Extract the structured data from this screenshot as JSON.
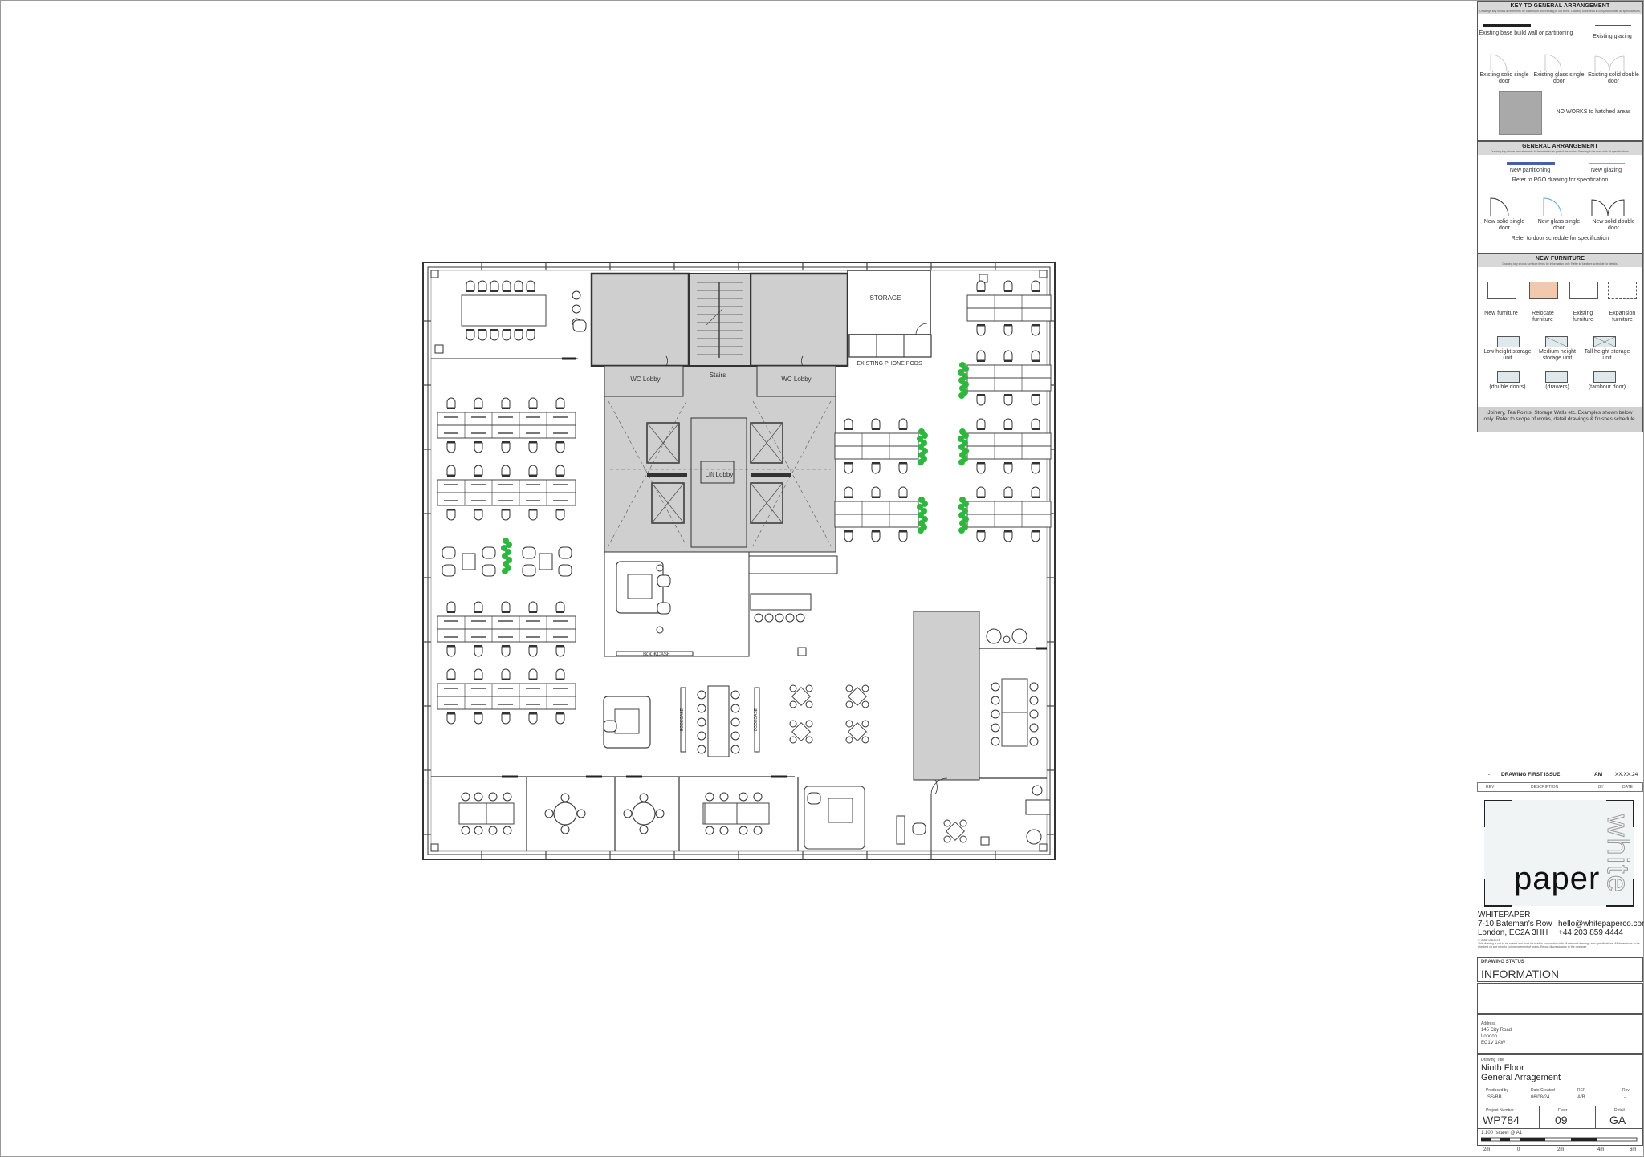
{
  "plan": {
    "rooms": {
      "storage": "STORAGE",
      "phone_pods": "EXISTING PHONE PODS",
      "wc_lobby_left": "WC Lobby",
      "wc_lobby_right": "WC Lobby",
      "stairs": "Stairs",
      "lift_lobby": "Lift Lobby",
      "bookcase_1": "BOOKCASE",
      "bookcase_2": "BOOKCASE",
      "bookcase_3": "BOOKCASE"
    }
  },
  "key": {
    "title": "KEY TO GENERAL ARRANGEMENT",
    "subtitle": "Drawings key shows all elements for base build and existing fit out items. Drawing to be read in conjunction with all specifications.",
    "items": {
      "existing_wall": "Existing base build wall or partitioning",
      "existing_glazing": "Existing glazing",
      "existing_solid_single": "Existing solid single door",
      "existing_glass_single": "Existing glass single door",
      "existing_solid_double": "Existing solid double door",
      "no_works": "NO WORKS to hatched areas"
    }
  },
  "ga": {
    "title": "GENERAL ARRANGEMENT",
    "subtitle": "Drawing key shows new elements to be installed as part of the works. Drawing to be read with all specifications.",
    "new_partitioning": "New partitioning",
    "new_glazing": "New glazing",
    "refer_pgo": "Refer to PGO drawing for specification",
    "new_solid_single": "New solid single door",
    "new_glass_single": "New glass single door",
    "new_solid_double": "New solid double door",
    "refer_door": "Refer to door schedule for specification"
  },
  "furniture": {
    "title": "NEW FURNITURE",
    "subtitle": "Drawing key shows furniture items for information only. Refer to furniture schedule for details.",
    "new": "New furniture",
    "relocate": "Relocate furniture",
    "existing": "Existing furniture",
    "expansion": "Expansion furniture",
    "low_storage": "Low height storage unit",
    "medium_storage": "Medium height storage unit",
    "tall_storage": "Tall height storage unit",
    "double_doors": "(double doors)",
    "drawers": "(drawers)",
    "tambour": "(tambour door)",
    "note": "Joinery, Tea Points, Storage Walls etc. Examples shown below only. Refer to scope of works, detail drawings & finishes schedule."
  },
  "revision": {
    "rev": "-",
    "description": "DRAWING FIRST ISSUE",
    "by": "AM",
    "date": "XX.XX.24",
    "headers": {
      "rev": "REV",
      "description": "DESCRIPTION",
      "by": "BY",
      "date": "DATE"
    }
  },
  "logo": {
    "word1": "white",
    "word2": "paper"
  },
  "company": {
    "name": "WHITEPAPER",
    "address1": "7-10 Bateman's Row",
    "address2": "London, EC2A 3HH",
    "email": "hello@whitepaperco.com",
    "phone": "+44 203 859 4444",
    "copyright": "© COPYRIGHT",
    "disclaimer": "This drawing is not to be scaled and must be read in conjunction with all relevant drawings and specifications. All dimensions to be checked on site prior to commencement of works. Report discrepancies to the designer."
  },
  "status": {
    "label": "DRAWING STATUS",
    "value": "INFORMATION"
  },
  "address": {
    "label": "Address",
    "line1": "145 City Road",
    "line2": "London",
    "line3": "EC1V 1AW"
  },
  "drawing": {
    "title_label": "Drawing Title",
    "title1": "Ninth Floor",
    "title2": "General Arragement",
    "produced_label": "Produced by",
    "produced": "SS/BB",
    "date_label": "Date Created",
    "date": "06/08/24",
    "ref_label": "REF",
    "ref": "A/B",
    "rev_label": "Rev",
    "rev": "-",
    "project_label": "Project Number",
    "project": "WP784",
    "floor_label": "Floor",
    "floor": "09",
    "detail_label": "Detail",
    "detail": "GA",
    "scale": "1:100 (scale) @ A1"
  },
  "scale_bar": {
    "labels": [
      "2m",
      "0",
      "2m",
      "4m",
      "6m"
    ]
  },
  "colors": {
    "wall": "#333333",
    "core": "#cfcfcf",
    "plant": "#2db83d",
    "relocate": "#f2c9ad",
    "new_partition": "#4a5fa8"
  }
}
